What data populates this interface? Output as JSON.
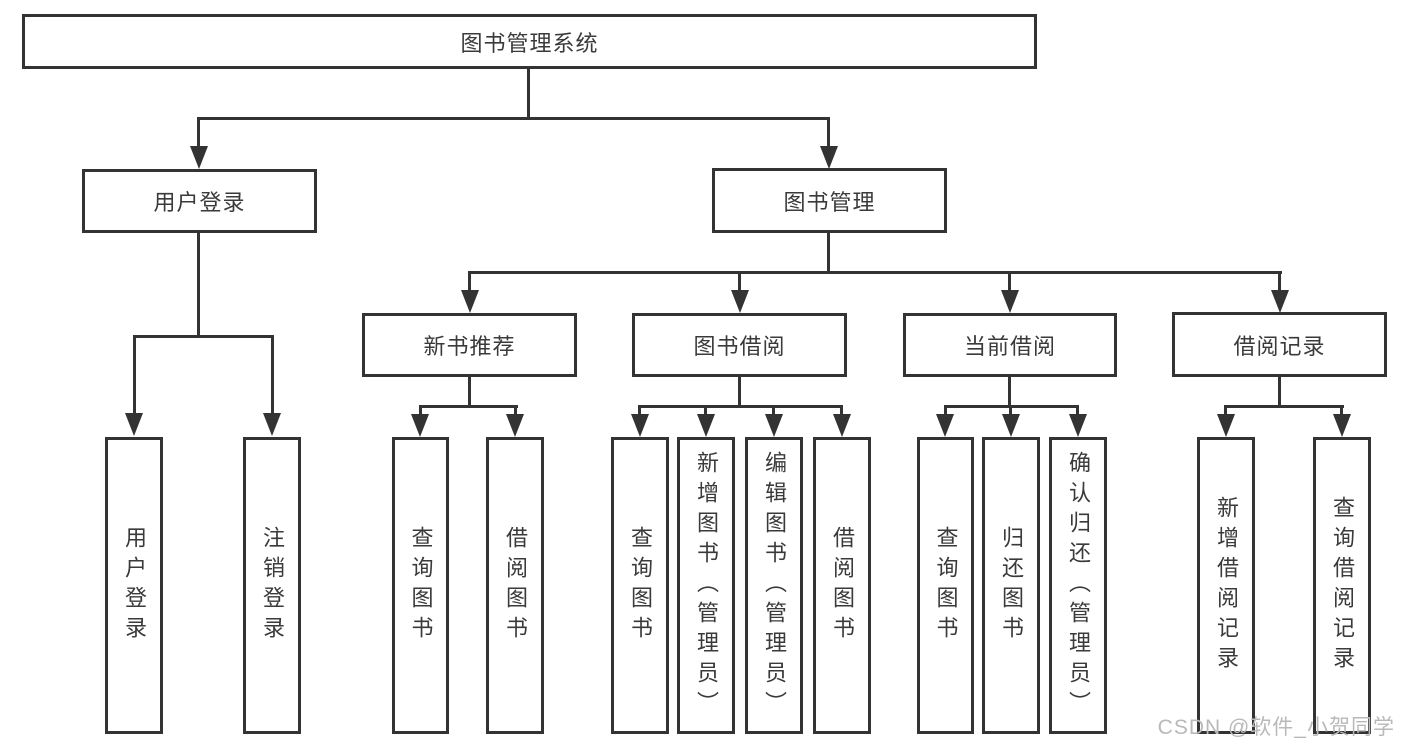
{
  "nodes": {
    "root": {
      "label": "图书管理系统"
    },
    "user_login": {
      "label": "用户登录"
    },
    "book_management": {
      "label": "图书管理"
    },
    "new_book_recommend": {
      "label": "新书推荐"
    },
    "book_borrow": {
      "label": "图书借阅"
    },
    "current_borrow": {
      "label": "当前借阅"
    },
    "borrow_records": {
      "label": "借阅记录"
    },
    "leaf_user_login": {
      "label": "用户登录"
    },
    "leaf_logout": {
      "label": "注销登录"
    },
    "nb_query_books": {
      "label": "查询图书"
    },
    "nb_borrow_books": {
      "label": "借阅图书"
    },
    "bb_query_books": {
      "label": "查询图书"
    },
    "bb_add_books": {
      "label": "新增图书（管理员）"
    },
    "bb_edit_books": {
      "label": "编辑图书（管理员）"
    },
    "bb_borrow_books": {
      "label": "借阅图书"
    },
    "cb_query_books": {
      "label": "查询图书"
    },
    "cb_return_books": {
      "label": "归还图书"
    },
    "cb_confirm_return": {
      "label": "确认归还（管理员）"
    },
    "br_add_record": {
      "label": "新增借阅记录"
    },
    "br_query_record": {
      "label": "查询借阅记录"
    }
  },
  "watermark": {
    "text": "CSDN @软件_小贺同学"
  },
  "colors": {
    "line": "#333333",
    "text": "#3a3a3a",
    "background": "#ffffff",
    "watermark": "#b9b9b9"
  }
}
